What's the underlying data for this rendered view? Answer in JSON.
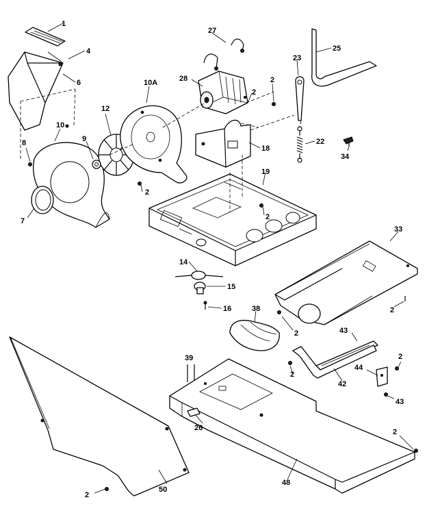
{
  "labels": {
    "l1": "1",
    "l4": "4",
    "l6": "6",
    "l27": "27",
    "l25": "25",
    "l23": "23",
    "l28": "28",
    "l10A": "10A",
    "l2a": "2",
    "l2b": "2",
    "l12": "12",
    "l10": "10",
    "l8": "8",
    "l9": "9",
    "l18": "18",
    "l22": "22",
    "l34": "34",
    "l19": "19",
    "l2c": "2",
    "l2d": "2",
    "l7": "7",
    "l33": "33",
    "l14": "14",
    "l15": "15",
    "l16": "16",
    "l38": "38",
    "l2e": "2",
    "l2f": "2",
    "l43a": "43",
    "l39": "39",
    "l2g": "2",
    "l42": "42",
    "l44": "44",
    "l2h": "2",
    "l43b": "43",
    "l26": "26",
    "l2i": "2",
    "l2j": "2",
    "l50": "50",
    "l48": "48"
  }
}
